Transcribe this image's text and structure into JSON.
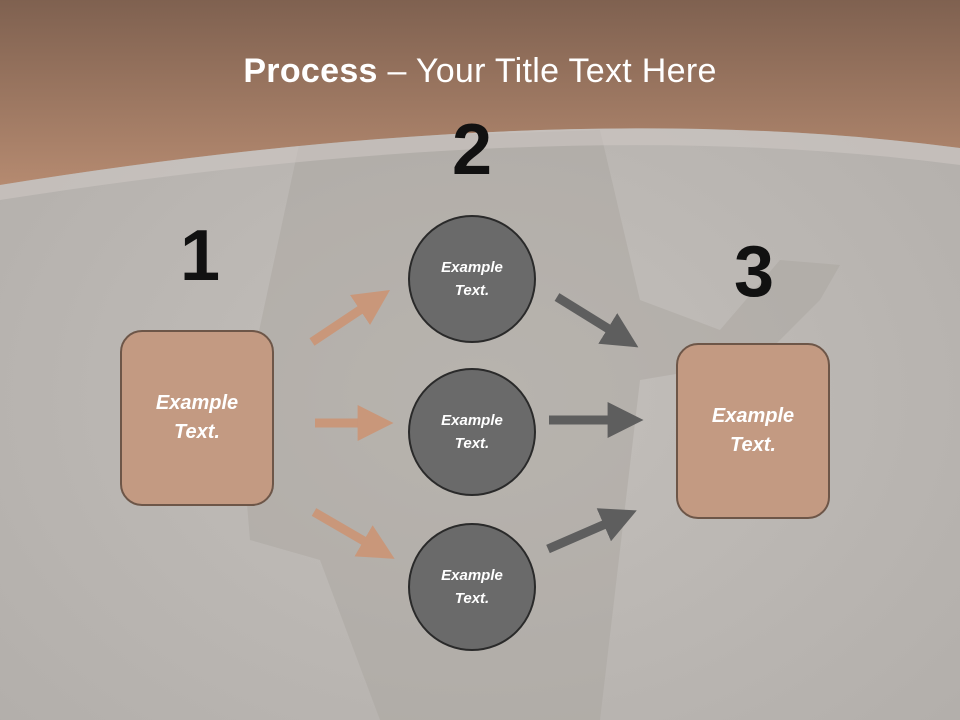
{
  "title": {
    "bold": "Process",
    "rest": " – Your Title Text Here"
  },
  "steps": {
    "one": {
      "number": "1",
      "text": "Example Text."
    },
    "two": {
      "number": "2",
      "text": "Example Text."
    },
    "three": {
      "number": "3",
      "text": "Example Text."
    }
  },
  "circles": [
    {
      "text": "Example Text."
    },
    {
      "text": "Example Text."
    },
    {
      "text": "Example Text."
    }
  ],
  "colors": {
    "header": "#9a735d",
    "accent_box": "#c39a82",
    "circle_fill": "#6a6a6a",
    "arrow_left": "#c9977a",
    "arrow_right": "#5e5e5e"
  }
}
